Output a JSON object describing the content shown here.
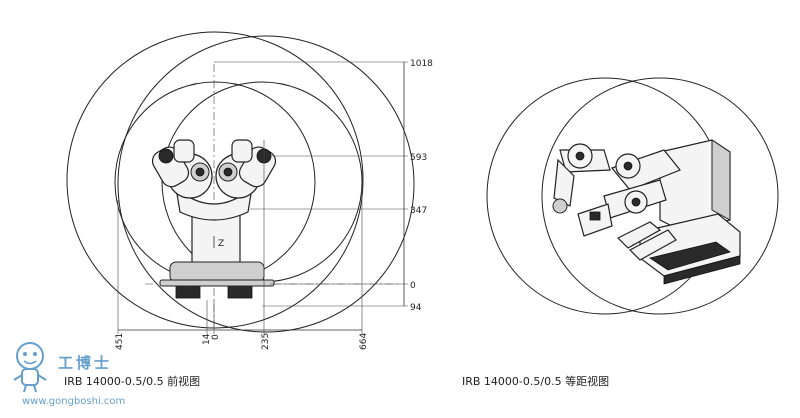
{
  "front_view": {
    "dims_right": {
      "d1018": "1018",
      "d593": "593",
      "d347": "347",
      "d0": "0",
      "d94": "94"
    },
    "dims_bottom": {
      "d451": "451",
      "d14": "14",
      "d0": "0",
      "d235": "235",
      "d664": "664"
    },
    "axis_label": "Z",
    "caption": "IRB 14000-0.5/0.5 前视图"
  },
  "iso_view": {
    "caption": "IRB 14000-0.5/0.5 等距视图"
  },
  "watermark": {
    "title": "工博士",
    "url": "www.gongboshi.com",
    "brand_color": "#4a8fc4"
  }
}
